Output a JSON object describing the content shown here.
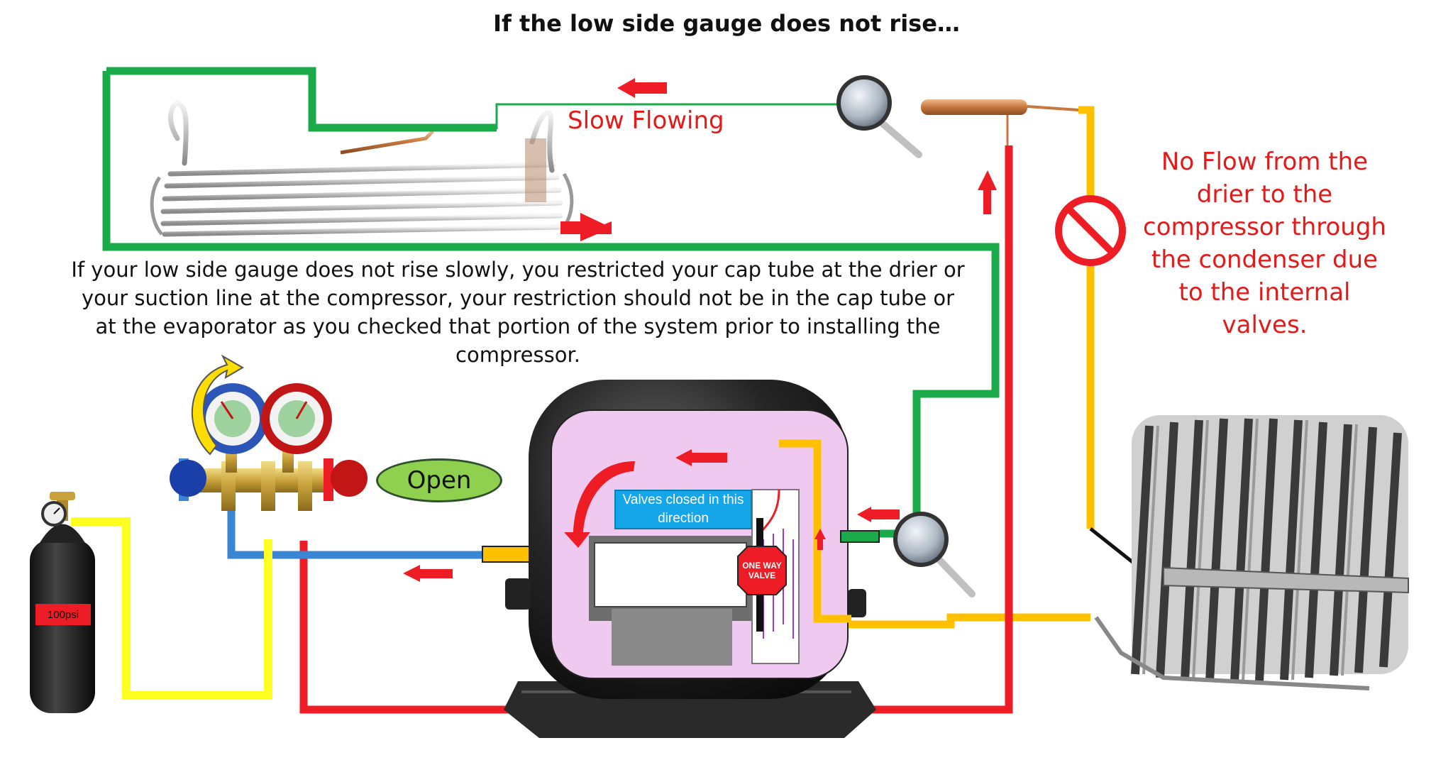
{
  "title": "If the low side gauge does not rise…",
  "evaporator_flow_label": "Slow Flowing",
  "condenser_note": "No Flow from the drier to the compressor through the condenser due to the internal valves.",
  "instructions": "If your low side gauge does not rise slowly, you restricted your cap tube at the drier or your suction line at the compressor, your restriction should not be in the cap tube or at the evaporator as you checked that portion of the system prior to installing the compressor.",
  "valve_state_label": "Open",
  "compressor_note": "Valves closed in this direction",
  "one_way_valve_label": "ONE WAY VALVE",
  "tank_pressure_label": "100psi",
  "line_colors": {
    "suction_line": "#1aaa4a",
    "cap_tube": "#1aaa4a",
    "discharge_line": "#ffc000",
    "high_side_hose": "#ee1c24",
    "low_side_hose": "#3a86d4",
    "nitrogen_hose": "#ffff22",
    "flow_arrow": "#ee1c24",
    "compressor_cutaway": "#efc9ef",
    "no_flow_symbol": "#ee1c24"
  }
}
